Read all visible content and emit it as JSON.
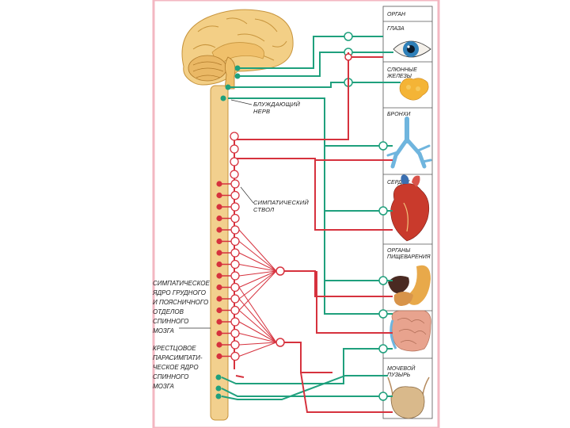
{
  "header": {
    "organ_column": "ОРГАН"
  },
  "organs": {
    "eyes": "ГЛАЗА",
    "salivary_1": "СЛЮННЫЕ",
    "salivary_2": "ЖЕЛЕЗЫ",
    "bronchi": "БРОНХИ",
    "heart": "СЕРДЦЕ",
    "digestive_1": "ОРГАНЫ",
    "digestive_2": "ПИЩЕВАРЕНИЯ",
    "bladder_1": "МОЧЕВОЙ",
    "bladder_2": "ПУЗЫРЬ"
  },
  "labels": {
    "vagus_1": "БЛУЖДАЮЩИЙ",
    "vagus_2": "НЕРВ",
    "sympathetic_trunk_1": "СИМПАТИЧЕСКИЙ",
    "sympathetic_trunk_2": "СТВОЛ",
    "symp_nucleus": [
      "СИМПАТИЧЕСКОЕ",
      "ЯДРО ГРУДНОГО",
      "И ПОЯСНИЧНОГО",
      "ОТДЕЛОВ",
      "СПИННОГО",
      "МОЗГА"
    ],
    "sacral_nucleus": [
      "КРЕСТЦОВОЕ",
      "ПАРАСИМПАТИ-",
      "ЧЕСКОЕ ЯДРО",
      "СПИННОГО",
      "МОЗГА"
    ]
  },
  "colors": {
    "parasympathetic": "#1fa07d",
    "sympathetic": "#d6323e",
    "spinal_cord": "#f2d08e",
    "brain": "#f3cf86",
    "frame": "#f3b7c2"
  }
}
